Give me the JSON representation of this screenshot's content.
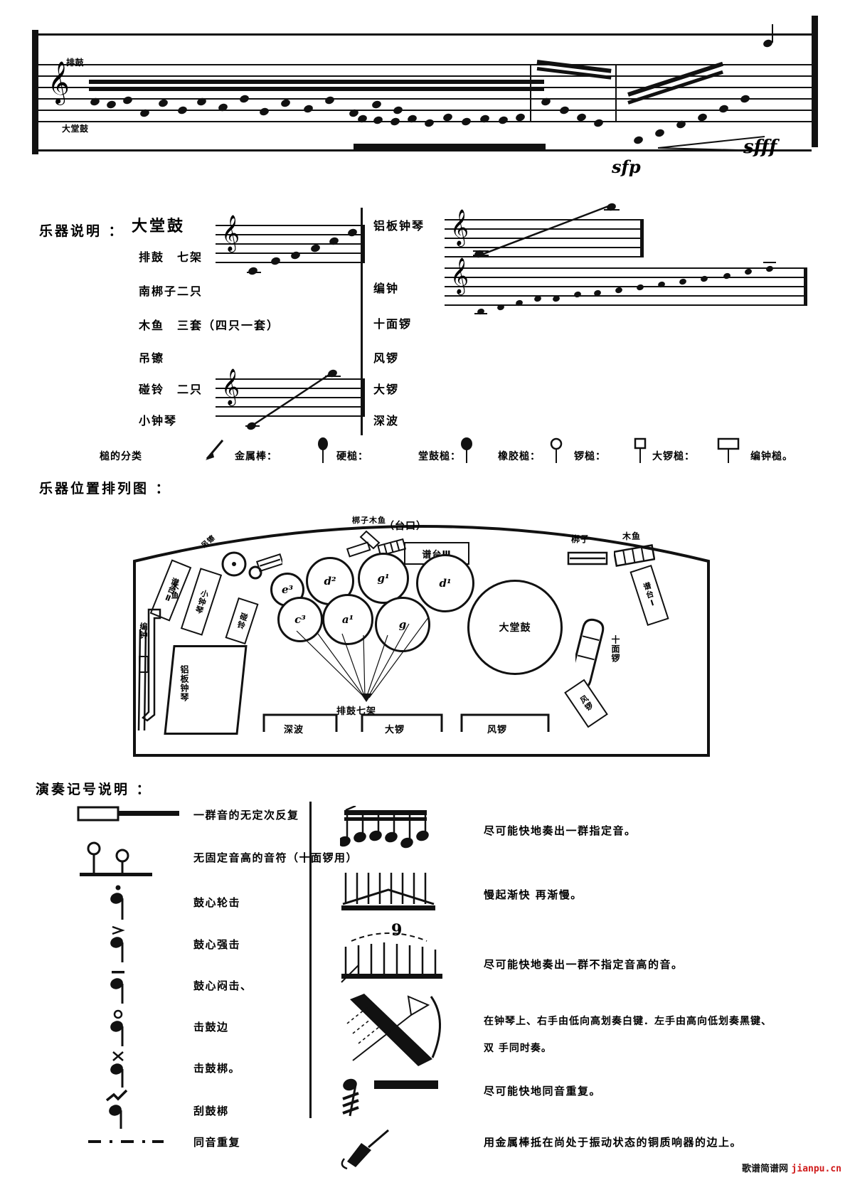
{
  "page": {
    "watermark_black": "歌谱简谱网",
    "watermark_red": "jianpu.cn"
  },
  "top_system": {
    "label_upper": "排鼓",
    "label_lower": "大堂鼓",
    "dynamic_sfff": "sfff",
    "dynamic_sfp": "sfp"
  },
  "instrument_section": {
    "heading": "乐器说明 ：",
    "left_items": [
      "大堂鼓",
      "排鼓　七架",
      "南梆子二只",
      "木鱼　三套（四只一套）",
      "吊镲",
      "碰铃　二只",
      "小钟琴"
    ],
    "right_items": [
      "铝板钟琴",
      "编钟",
      "十面锣",
      "风锣",
      "大锣",
      "深波"
    ],
    "mallet_row_label": "槌的分类",
    "mallets": [
      "金属棒：",
      "硬槌：",
      "堂鼓槌：",
      "橡胶槌：",
      "锣槌：",
      "大锣槌：",
      "编钟槌。"
    ]
  },
  "stage_plan": {
    "heading": "乐器位置排列图 ：",
    "front_label": "（台口）",
    "drums": [
      {
        "id": "e3",
        "label": "e³"
      },
      {
        "id": "d2",
        "label": "d²"
      },
      {
        "id": "g1",
        "label": "g¹"
      },
      {
        "id": "d1",
        "label": "d¹"
      },
      {
        "id": "c3",
        "label": "c³"
      },
      {
        "id": "a1",
        "label": "a¹"
      },
      {
        "id": "g",
        "label": "g"
      },
      {
        "id": "datanggu",
        "label": "大堂鼓"
      }
    ],
    "labels": {
      "paigu_set": "排鼓七架",
      "putai_3": "谱台Ⅲ",
      "putai_2": "谱台Ⅱ",
      "putai_1": "谱台Ⅰ",
      "bangzi_muyu": "梆子木鱼",
      "bangzi": "梆子",
      "muyu_right": "木鱼",
      "muyu_left": "木鱼",
      "xiaozhongqin": "小钟琴",
      "diaocha": "吊镲",
      "pengling": "碰铃",
      "bianzhong": "编钟",
      "lvban_zhongqin": "铝板钟琴",
      "shimianluo": "十面锣",
      "fengluo_side": "风锣",
      "shenbo": "深波",
      "daluo": "大锣",
      "fengluo": "风锣"
    }
  },
  "notation_legend": {
    "heading": "演奏记号说明 ：",
    "left_items": [
      {
        "icon": "box-with-line",
        "text": "一群音的无定次反复"
      },
      {
        "icon": "two-open-noteheads-on-beam",
        "text": "无固定音高的音符（十面锣用）"
      },
      {
        "icon": "note-with-dot-above",
        "text": "鼓心轮击"
      },
      {
        "icon": "note-with-accent",
        "text": "鼓心强击"
      },
      {
        "icon": "note-with-dash",
        "text": "鼓心闷击、"
      },
      {
        "icon": "note-with-circle",
        "text": "击鼓边"
      },
      {
        "icon": "note-with-cross",
        "text": "击鼓梆。"
      },
      {
        "icon": "note-with-zigzag",
        "text": "刮鼓梆"
      },
      {
        "icon": "dash-dot-line",
        "text": "同音重复"
      }
    ],
    "right_items": [
      {
        "icon": "beamed-fast-group",
        "text": "尽可能快地奏出一群指定音。"
      },
      {
        "icon": "accel-rit-beam",
        "text": "慢起渐快 再渐慢。"
      },
      {
        "icon": "nine-tuplet-cluster",
        "number": "9",
        "text": "尽可能快地奏出一群不指定音高的音。"
      },
      {
        "icon": "glissando-arrows",
        "text": "在钟琴上、右手由低向高划奏白键．左手由高向低划奏黑键、",
        "text2": "双 手同时奏。"
      },
      {
        "icon": "tremolo-bar",
        "text": "尽可能快地同音重复。"
      },
      {
        "icon": "metal-rod-damp",
        "text": "用金属棒抵在尚处于振动状态的铜质响器的边上。"
      }
    ]
  }
}
